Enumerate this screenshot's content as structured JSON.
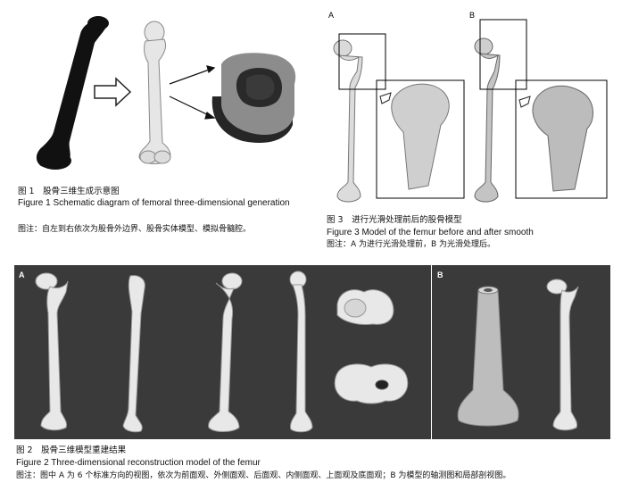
{
  "figure1": {
    "title_cn": "图 1　股骨三维生成示意图",
    "title_en": "Figure 1    Schematic diagram of femoral three-dimensional generation",
    "note": "图注：自左到右依次为股骨外边界、股骨实体模型、模拟骨髓腔。"
  },
  "figure2": {
    "label_a": "A",
    "label_b": "B",
    "title_cn": "图 2　股骨三维模型重建结果",
    "title_en": "Figure 2    Three-dimensional reconstruction model of the femur",
    "note": "图注：图中 A 为 6 个标准方向的视图，依次为前面观、外侧面观、后面观、内侧面观、上面观及底面观；B 为模型的轴测图和局部剖视图。"
  },
  "figure3": {
    "label_a": "A",
    "label_b": "B",
    "title_cn": "图 3　进行光滑处理前后的股骨模型",
    "title_en": "Figure 3    Model of the femur before and after smooth",
    "note": "图注：A 为进行光滑处理前，B 为光滑处理后。"
  },
  "colors": {
    "panel_dark": "#3a3a3a",
    "bone_light": "#e8e8e8",
    "bone_shade": "#9a9a9a",
    "marrow_outer": "#8c8c8c",
    "marrow_inner": "#262626"
  }
}
